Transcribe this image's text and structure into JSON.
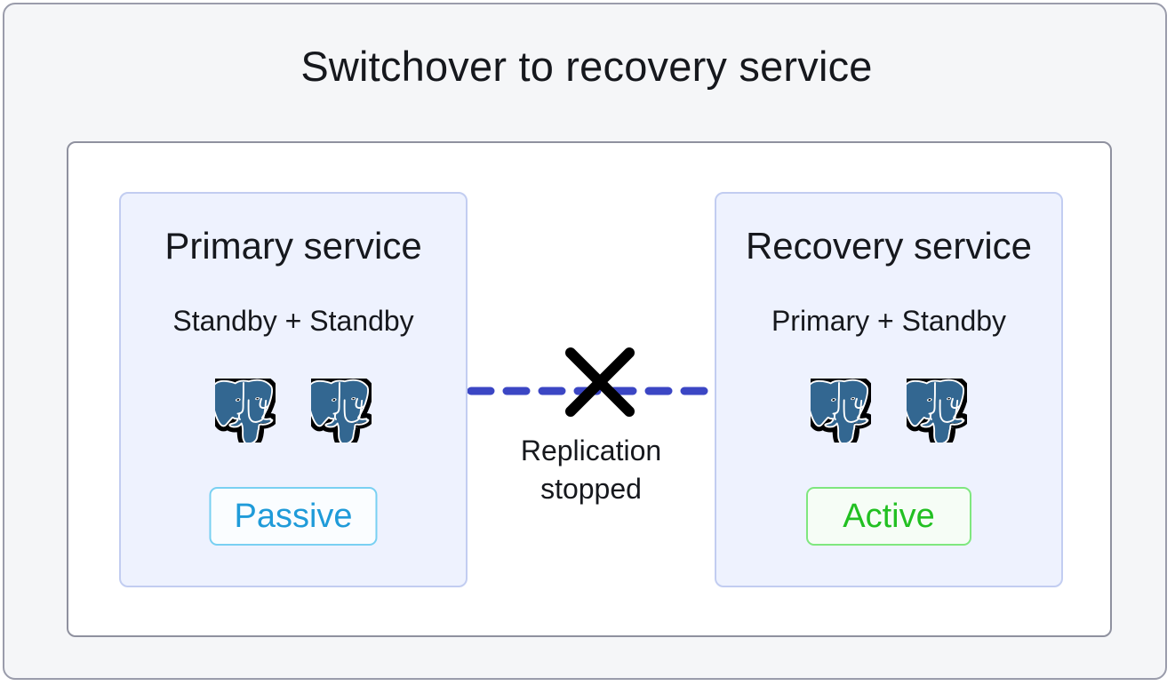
{
  "diagram": {
    "title": "Switchover to recovery service",
    "colors": {
      "canvas_bg": "#f5f6f8",
      "panel_bg": "#ffffff",
      "card_bg": "#eef2fe",
      "card_border": "#c2cdf1",
      "replication_line": "#3b46c4",
      "cross_mark": "#000000",
      "passive_text": "#1f9bd9",
      "active_text": "#22c022",
      "postgres_logo": "#336791"
    },
    "cards": [
      {
        "title": "Primary service",
        "subtitle": "Standby + Standby",
        "nodes": [
          "postgres-elephant-icon",
          "postgres-elephant-icon"
        ],
        "status": "Passive"
      },
      {
        "title": "Recovery service",
        "subtitle": "Primary + Standby",
        "nodes": [
          "postgres-elephant-icon",
          "postgres-elephant-icon"
        ],
        "status": "Active"
      }
    ],
    "link": {
      "style": "dashed",
      "state": "broken",
      "cross_icon": "x-mark-icon",
      "label_line_1": "Replication",
      "label_line_2": "stopped"
    }
  }
}
